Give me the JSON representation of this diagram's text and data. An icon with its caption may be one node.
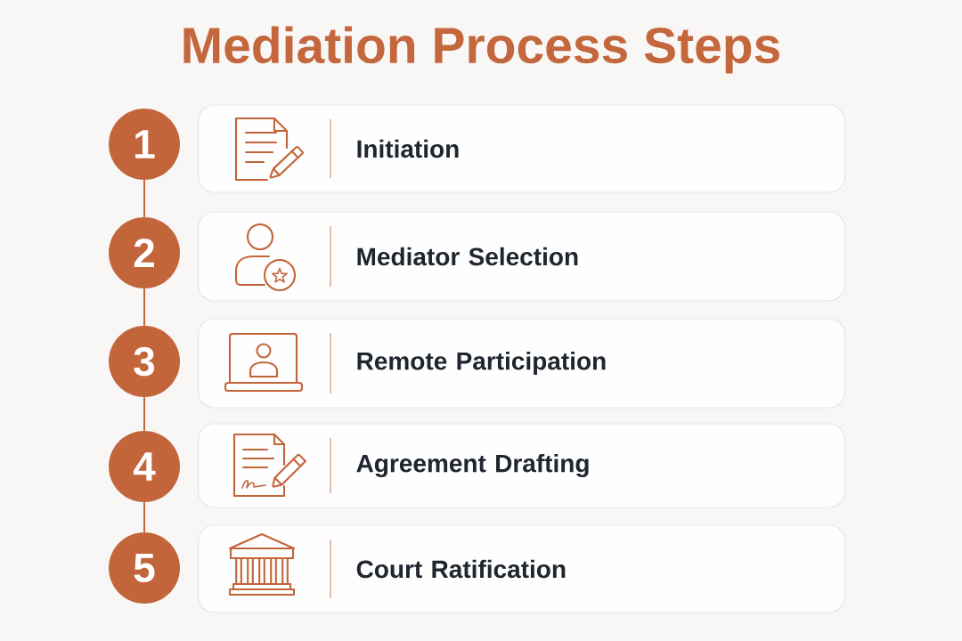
{
  "diagram": {
    "title": "Mediation Process Steps",
    "nodes": [
      {
        "text": [
          "1"
        ]
      },
      {
        "text": [
          "Initiation"
        ]
      },
      {
        "text": [
          "2"
        ]
      },
      {
        "text": [
          "Mediator Selection"
        ]
      },
      {
        "text": [
          "3"
        ]
      },
      {
        "text": [
          "Remote Participation"
        ]
      },
      {
        "text": [
          "4"
        ]
      },
      {
        "text": [
          "Agreement Drafting"
        ]
      },
      {
        "text": [
          "5"
        ]
      },
      {
        "text": [
          "Court Ratification"
        ]
      }
    ],
    "edges": [
      {
        "from": 0,
        "to": 2,
        "arrow": "none"
      },
      {
        "from": 2,
        "to": 4,
        "arrow": "none"
      },
      {
        "from": 4,
        "to": 6,
        "arrow": "none"
      },
      {
        "from": 6,
        "to": 8,
        "arrow": "none"
      }
    ]
  }
}
